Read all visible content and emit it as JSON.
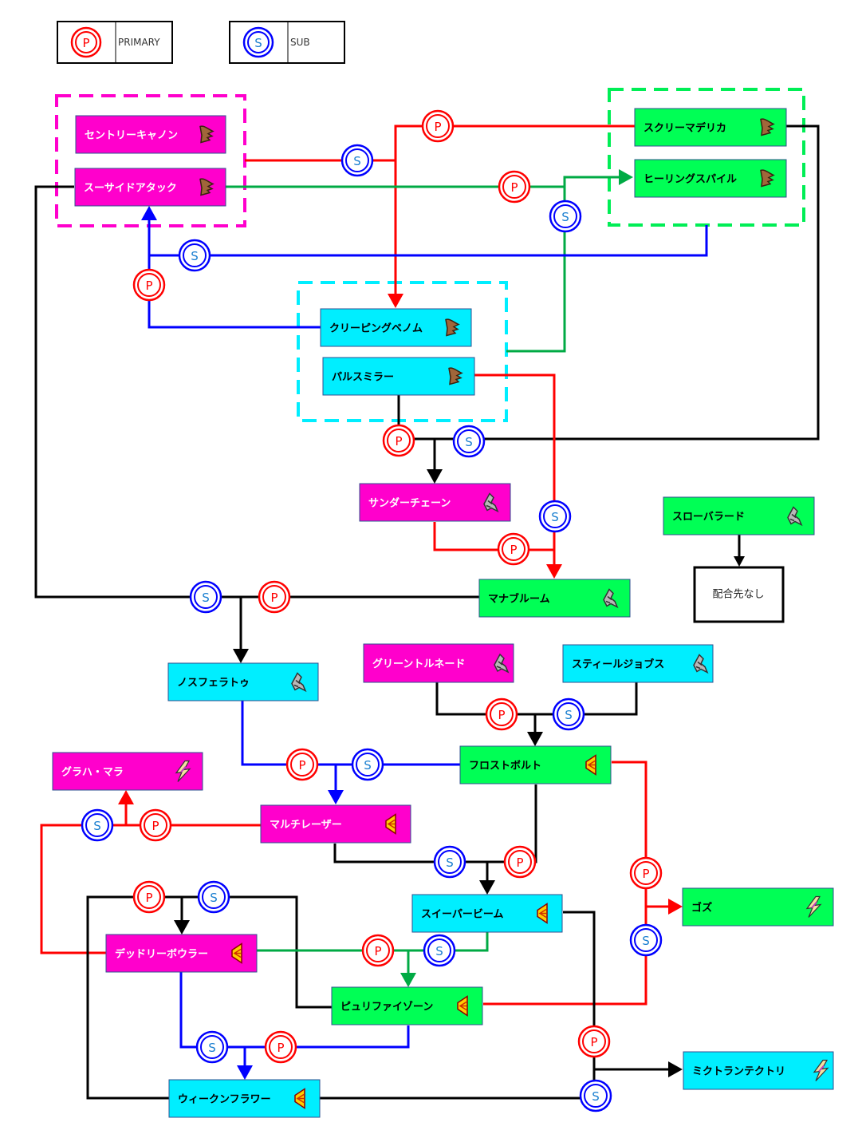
{
  "legend": {
    "primary": {
      "symbol": "P",
      "label": "PRIMARY",
      "color": "#ff0000"
    },
    "sub": {
      "symbol": "S",
      "label": "SUB",
      "color": "#0000ff"
    }
  },
  "colors": {
    "magenta": "#ff00cc",
    "cyan": "#00eeff",
    "green": "#00ff55",
    "line_red": "#ff0000",
    "line_blue": "#0000ff",
    "line_green": "#00aa44",
    "line_black": "#000000",
    "sub_letter": "#1a7fd0"
  },
  "groups": [
    {
      "id": "g-magenta",
      "color": "#ff00cc"
    },
    {
      "id": "g-green",
      "color": "#00ee55"
    },
    {
      "id": "g-cyan",
      "color": "#00eeff"
    }
  ],
  "nodes": [
    {
      "id": "sentry",
      "label": "セントリーキャノン",
      "color": "magenta",
      "icon": "hand-icon"
    },
    {
      "id": "suicide",
      "label": "スーサイドアタック",
      "color": "magenta",
      "icon": "hand-icon"
    },
    {
      "id": "scream",
      "label": "スクリーマデリカ",
      "color": "green",
      "icon": "hand-icon"
    },
    {
      "id": "healing",
      "label": "ヒーリングスパイル",
      "color": "green",
      "icon": "hand-icon"
    },
    {
      "id": "creeping",
      "label": "クリーピングベノム",
      "color": "cyan",
      "icon": "hand-icon"
    },
    {
      "id": "pulse",
      "label": "パルスミラー",
      "color": "cyan",
      "icon": "hand-icon"
    },
    {
      "id": "thunder",
      "label": "サンダーチェーン",
      "color": "magenta",
      "icon": "claw-icon"
    },
    {
      "id": "slow",
      "label": "スローバラード",
      "color": "green",
      "icon": "claw-icon"
    },
    {
      "id": "mana",
      "label": "マナブルーム",
      "color": "green",
      "icon": "claw-icon"
    },
    {
      "id": "nosferatu",
      "label": "ノスフェラトゥ",
      "color": "cyan",
      "icon": "claw-icon"
    },
    {
      "id": "greentornado",
      "label": "グリーントルネード",
      "color": "magenta",
      "icon": "claw-icon"
    },
    {
      "id": "steel",
      "label": "スティールジョブス",
      "color": "cyan",
      "icon": "claw-icon"
    },
    {
      "id": "frost",
      "label": "フロストボルト",
      "color": "green",
      "icon": "fan-icon"
    },
    {
      "id": "graha",
      "label": "グラハ・マラ",
      "color": "magenta",
      "icon": "lightning-icon"
    },
    {
      "id": "multi",
      "label": "マルチレーザー",
      "color": "magenta",
      "icon": "fan-icon"
    },
    {
      "id": "sweeper",
      "label": "スイーパービーム",
      "color": "cyan",
      "icon": "fan-icon"
    },
    {
      "id": "goz",
      "label": "ゴズ",
      "color": "green",
      "icon": "lightning-icon"
    },
    {
      "id": "deadly",
      "label": "デッドリーボウラー",
      "color": "magenta",
      "icon": "fan-icon"
    },
    {
      "id": "purify",
      "label": "ピュリファイゾーン",
      "color": "green",
      "icon": "fan-icon"
    },
    {
      "id": "weaken",
      "label": "ウィークンフラワー",
      "color": "cyan",
      "icon": "fan-icon"
    },
    {
      "id": "mikutran",
      "label": "ミクトランテクトリ",
      "color": "cyan",
      "icon": "lightning-icon"
    }
  ],
  "no_result": {
    "label": "配合先なし"
  },
  "edges": [
    {
      "from": "suicide",
      "to": "creeping",
      "role": "S"
    },
    {
      "from": "scream",
      "to": "creeping",
      "role": "P"
    },
    {
      "from": "suicide",
      "to": "healing",
      "role": "P"
    },
    {
      "from": "cyan-group",
      "to": "healing",
      "role": "S"
    },
    {
      "from": "green-group",
      "to": "suicide",
      "role": "S"
    },
    {
      "from": "creeping",
      "to": "suicide",
      "role": "P"
    },
    {
      "from": "pulse",
      "to": "thunder",
      "role": "P"
    },
    {
      "from": "scream",
      "to": "thunder",
      "role": "S"
    },
    {
      "from": "pulse",
      "to": "mana",
      "role": "S"
    },
    {
      "from": "thunder",
      "to": "mana",
      "role": "P"
    },
    {
      "from": "slow",
      "to": "no_result",
      "role": ""
    },
    {
      "from": "suicide",
      "to": "nosferatu",
      "role": "S"
    },
    {
      "from": "mana",
      "to": "nosferatu",
      "role": "P"
    },
    {
      "from": "greentornado",
      "to": "frost",
      "role": "P"
    },
    {
      "from": "steel",
      "to": "frost",
      "role": "S"
    },
    {
      "from": "nosferatu",
      "to": "multi",
      "role": "P"
    },
    {
      "from": "frost",
      "to": "multi",
      "role": "S"
    },
    {
      "from": "multi",
      "to": "graha",
      "role": "P"
    },
    {
      "from": "deadly",
      "to": "graha",
      "role": "S"
    },
    {
      "from": "multi",
      "to": "sweeper",
      "role": "S"
    },
    {
      "from": "frost",
      "to": "sweeper",
      "role": "P"
    },
    {
      "from": "frost",
      "to": "goz",
      "role": "P"
    },
    {
      "from": "purify",
      "to": "goz",
      "role": "S"
    },
    {
      "from": "weaken",
      "to": "deadly",
      "role": "P"
    },
    {
      "from": "purify",
      "to": "deadly",
      "role": "S"
    },
    {
      "from": "deadly",
      "to": "purify",
      "role": "P"
    },
    {
      "from": "sweeper",
      "to": "purify",
      "role": "S"
    },
    {
      "from": "deadly",
      "to": "weaken",
      "role": "S"
    },
    {
      "from": "purify",
      "to": "weaken",
      "role": "P"
    },
    {
      "from": "sweeper",
      "to": "mikutran",
      "role": "P"
    },
    {
      "from": "weaken",
      "to": "mikutran",
      "role": "S"
    }
  ]
}
